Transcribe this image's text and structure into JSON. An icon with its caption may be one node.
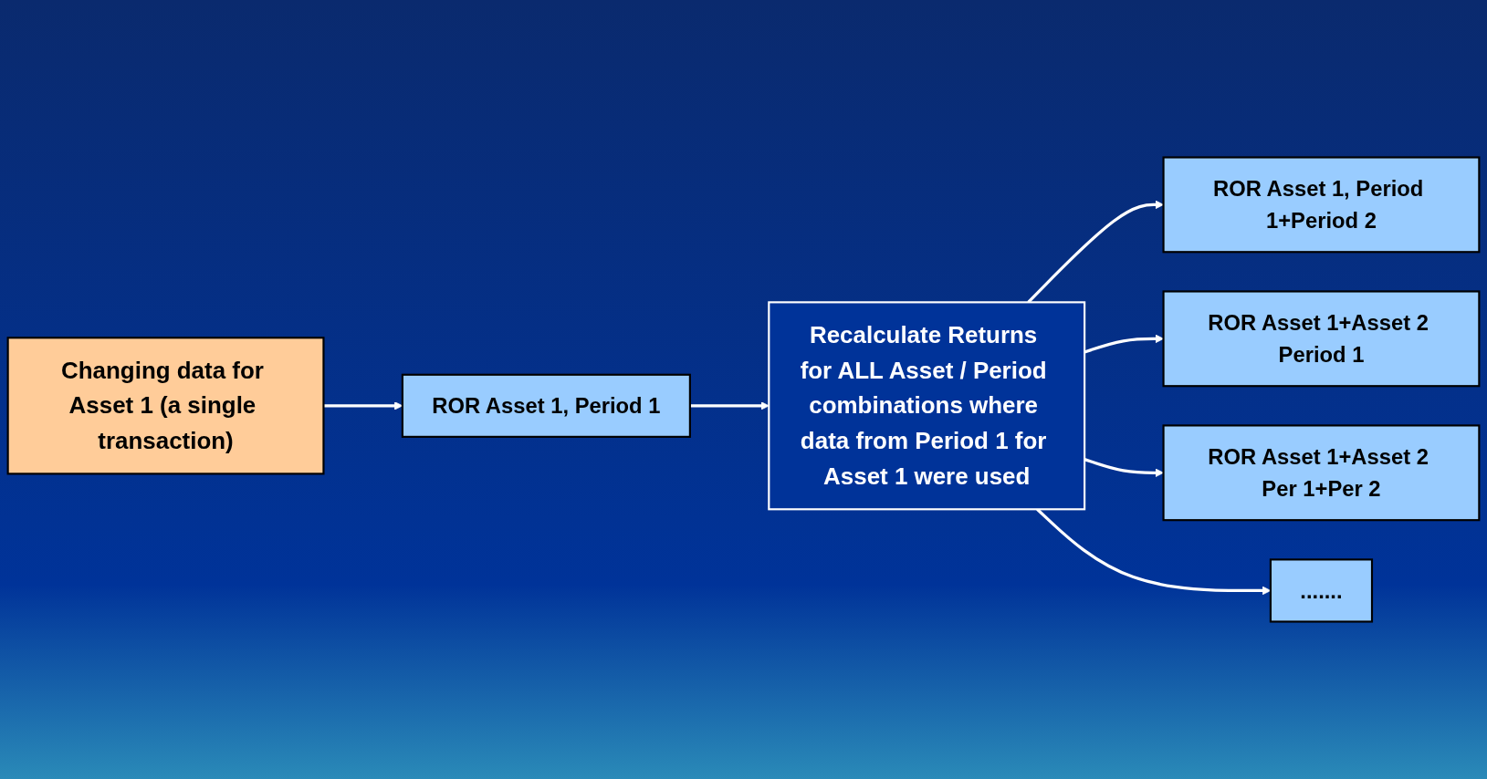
{
  "diagram": {
    "nodes": [
      {
        "text": [
          "ROR Asset 1, Period 1"
        ]
      },
      {
        "text": [
          "Changing data for Asset 1 (a single transaction)"
        ]
      },
      {
        "text": [
          "Recalculate Returns for ALL Asset / Period combinations where data from Period 1 for Asset 1 were used"
        ]
      },
      {
        "text": [
          "ROR Asset 1, Period 1+Period 2"
        ]
      },
      {
        "text": [
          "ROR Asset 1+Asset 2 Period 1"
        ]
      },
      {
        "text": [
          "ROR Asset 1+Asset 2 Per 1+Per 2"
        ]
      },
      {
        "text": [
          "......."
        ]
      }
    ],
    "edges": [
      {
        "from": 1,
        "to": 0,
        "arrow": "to"
      },
      {
        "from": 0,
        "to": 2,
        "arrow": "to"
      },
      {
        "from": 2,
        "to": 3,
        "arrow": "to"
      },
      {
        "from": 2,
        "to": 4,
        "arrow": "to"
      },
      {
        "from": 2,
        "to": 5,
        "arrow": "to"
      },
      {
        "from": 2,
        "to": 6,
        "arrow": "to"
      }
    ]
  }
}
